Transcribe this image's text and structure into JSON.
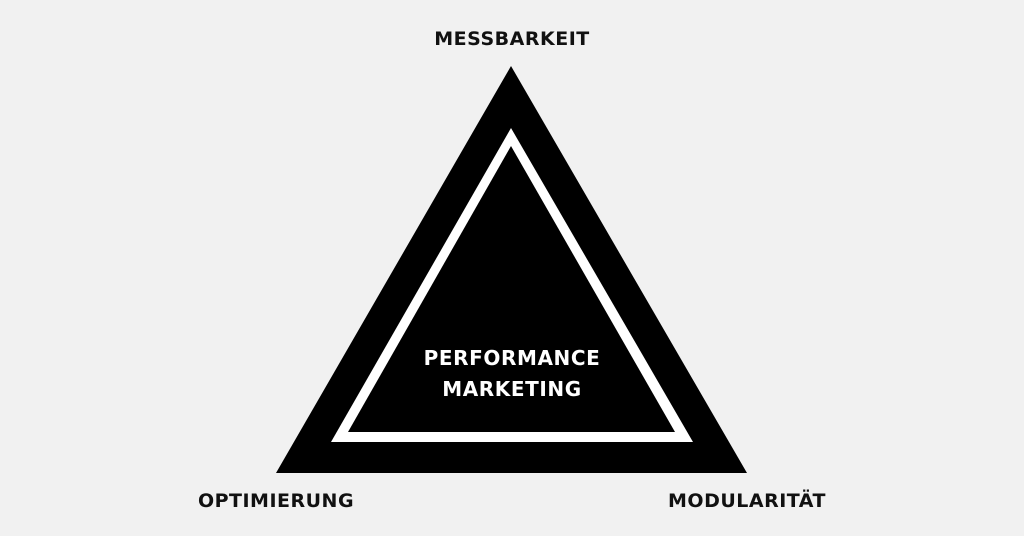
{
  "diagram": {
    "type": "triangle",
    "colors": {
      "background": "#f1f1f1",
      "outer_triangle": "#000000",
      "inner_band": "#ffffff",
      "inner_triangle": "#000000",
      "label_text": "#111111",
      "center_text": "#ffffff"
    },
    "vertices": {
      "top": {
        "label": "MESSBARKEIT"
      },
      "bottom_left": {
        "label": "OPTIMIERUNG"
      },
      "bottom_right": {
        "label": "MODULARITÄT"
      }
    },
    "center": {
      "line1": "PERFORMANCE",
      "line2": "MARKETING"
    }
  }
}
